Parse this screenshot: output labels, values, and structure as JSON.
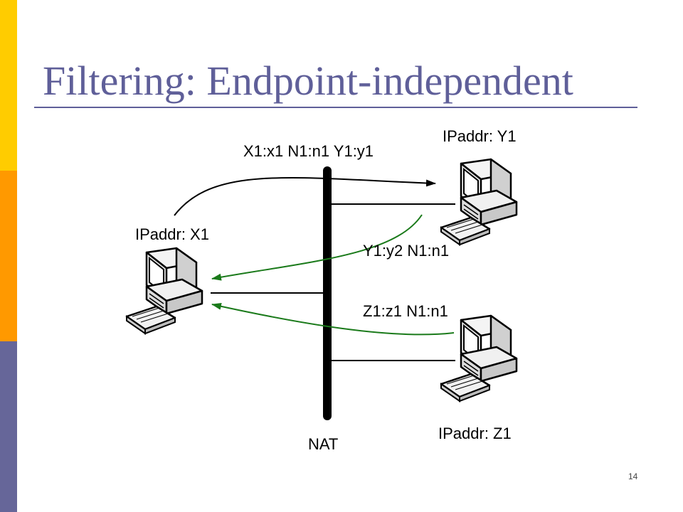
{
  "slide": {
    "title": "Filtering: Endpoint-independent",
    "page_number": "14",
    "colors": {
      "title": "#5f5f99",
      "stripe_top": "#ffcc00",
      "stripe_middle": "#ff9900",
      "stripe_bottom": "#666699",
      "rule": "#5f5f99",
      "outbound_arrow": "#000000",
      "inbound_arrow": "#1a7a1a"
    }
  },
  "diagram": {
    "nat_label": "NAT",
    "hosts": {
      "x1": {
        "label": "IPaddr: X1",
        "icon": "desktop-computer-icon"
      },
      "y1": {
        "label": "IPaddr: Y1",
        "icon": "desktop-computer-icon"
      },
      "z1": {
        "label": "IPaddr: Z1",
        "icon": "desktop-computer-icon"
      }
    },
    "packets": {
      "outbound": "X1:x1  N1:n1 Y1:y1",
      "from_y1": "Y1:y2 N1:n1",
      "from_z1": "Z1:z1 N1:n1"
    }
  }
}
